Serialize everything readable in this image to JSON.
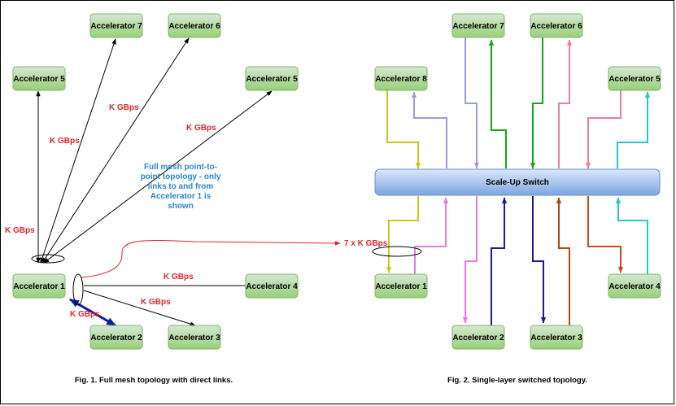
{
  "fig1": {
    "accelerators": {
      "a1": "Accelerator 1",
      "a2": "Accelerator 2",
      "a3": "Accelerator 3",
      "a4": "Accelerator 4",
      "a5": "Accelerator 5",
      "a5b": "Accelerator 5",
      "a6": "Accelerator 6",
      "a7": "Accelerator 7"
    },
    "link_label": "K GBps",
    "annotation": [
      "Full mesh point-to-",
      "point topology - only",
      "links to and from",
      "Accelerator 1 is",
      "shown"
    ],
    "aggregate_label": "7 x K GBps",
    "caption": "Fig. 1. Full mesh topology with direct links."
  },
  "fig2": {
    "accelerators": {
      "a1": "Accelerator 1",
      "a2": "Accelerator 2",
      "a3": "Accelerator 3",
      "a4": "Accelerator 4",
      "a5": "Accelerator 5",
      "a6": "Accelerator 6",
      "a7": "Accelerator 7",
      "a8": "Accelerator 8"
    },
    "switch_label": "Scale-Up Switch",
    "caption": "Fig. 2. Single-layer switched topology."
  },
  "colors": {
    "node_fill_top": "#d5e8d4",
    "node_fill_bottom": "#97d077",
    "node_stroke": "#82b366",
    "switch_fill_top": "#dae8fc",
    "switch_fill_bottom": "#7ea6e0",
    "switch_stroke": "#6c8ebf",
    "label_red": "#e0262b",
    "label_blue": "#2a86d0",
    "emphasis_blue": "#0a1fa8",
    "link_yellow": "#c8c81e",
    "link_lavender": "#9b9be6",
    "link_green": "#13a813",
    "link_pink": "#f07ca0",
    "link_cyan": "#22c8c8",
    "link_magenta": "#e87ae8",
    "link_navy": "#1a1aa0",
    "link_orange": "#c84a14",
    "link_brown": "#b8460a"
  }
}
